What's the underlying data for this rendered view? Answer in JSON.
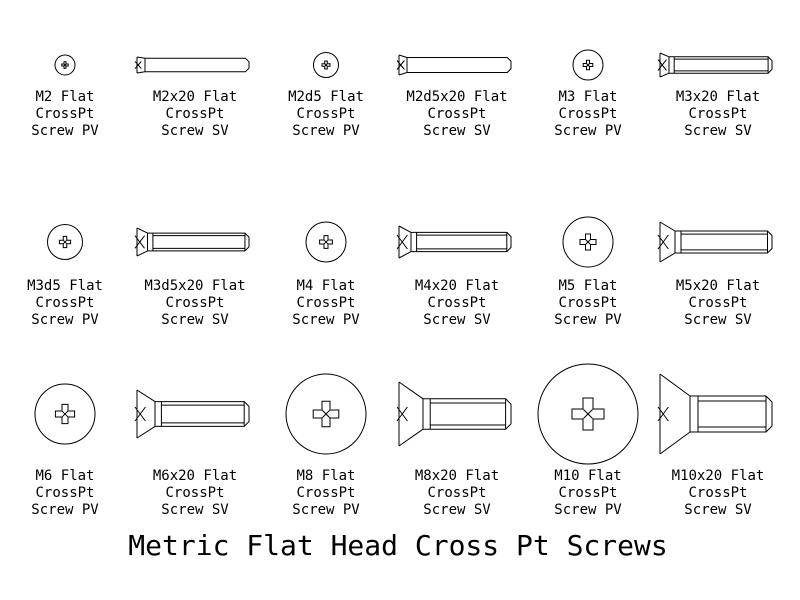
{
  "title": "Metric Flat Head Cross Pt Screws",
  "colors": {
    "line": "#000000",
    "background": "#ffffff"
  },
  "screws": [
    {
      "kind": "PV",
      "size": 2,
      "lines": [
        "M2 Flat",
        "CrossPt",
        "Screw  PV"
      ]
    },
    {
      "kind": "SV",
      "size": 2,
      "lines": [
        "M2x20 Flat",
        "CrossPt",
        "Screw  SV"
      ]
    },
    {
      "kind": "PV",
      "size": 2.5,
      "lines": [
        "M2d5 Flat",
        "CrossPt",
        "Screw  PV"
      ]
    },
    {
      "kind": "SV",
      "size": 2.5,
      "lines": [
        "M2d5x20 Flat",
        "CrossPt",
        "Screw  SV"
      ]
    },
    {
      "kind": "PV",
      "size": 3,
      "lines": [
        "M3 Flat",
        "CrossPt",
        "Screw  PV"
      ]
    },
    {
      "kind": "SV",
      "size": 3,
      "lines": [
        "M3x20 Flat",
        "CrossPt",
        "Screw  SV"
      ]
    },
    {
      "kind": "PV",
      "size": 3.5,
      "lines": [
        "M3d5 Flat",
        "CrossPt",
        "Screw  PV"
      ]
    },
    {
      "kind": "SV",
      "size": 3.5,
      "lines": [
        "M3d5x20 Flat",
        "CrossPt",
        "Screw  SV"
      ]
    },
    {
      "kind": "PV",
      "size": 4,
      "lines": [
        "M4 Flat",
        "CrossPt",
        "Screw  PV"
      ]
    },
    {
      "kind": "SV",
      "size": 4,
      "lines": [
        "M4x20 Flat",
        "CrossPt",
        "Screw  SV"
      ]
    },
    {
      "kind": "PV",
      "size": 5,
      "lines": [
        "M5 Flat",
        "CrossPt",
        "Screw  PV"
      ]
    },
    {
      "kind": "SV",
      "size": 5,
      "lines": [
        "M5x20 Flat",
        "CrossPt",
        "Screw  SV"
      ]
    },
    {
      "kind": "PV",
      "size": 6,
      "lines": [
        "M6 Flat",
        "CrossPt",
        "Screw  PV"
      ]
    },
    {
      "kind": "SV",
      "size": 6,
      "lines": [
        "M6x20 Flat",
        "CrossPt",
        "Screw  SV"
      ]
    },
    {
      "kind": "PV",
      "size": 8,
      "lines": [
        "M8 Flat",
        "CrossPt",
        "Screw  PV"
      ]
    },
    {
      "kind": "SV",
      "size": 8,
      "lines": [
        "M8x20 Flat",
        "CrossPt",
        "Screw  SV"
      ]
    },
    {
      "kind": "PV",
      "size": 10,
      "lines": [
        "M10 Flat",
        "CrossPt",
        "Screw  PV"
      ]
    },
    {
      "kind": "SV",
      "size": 10,
      "lines": [
        "M10x20 Flat",
        "CrossPt",
        "Screw  SV"
      ]
    }
  ]
}
